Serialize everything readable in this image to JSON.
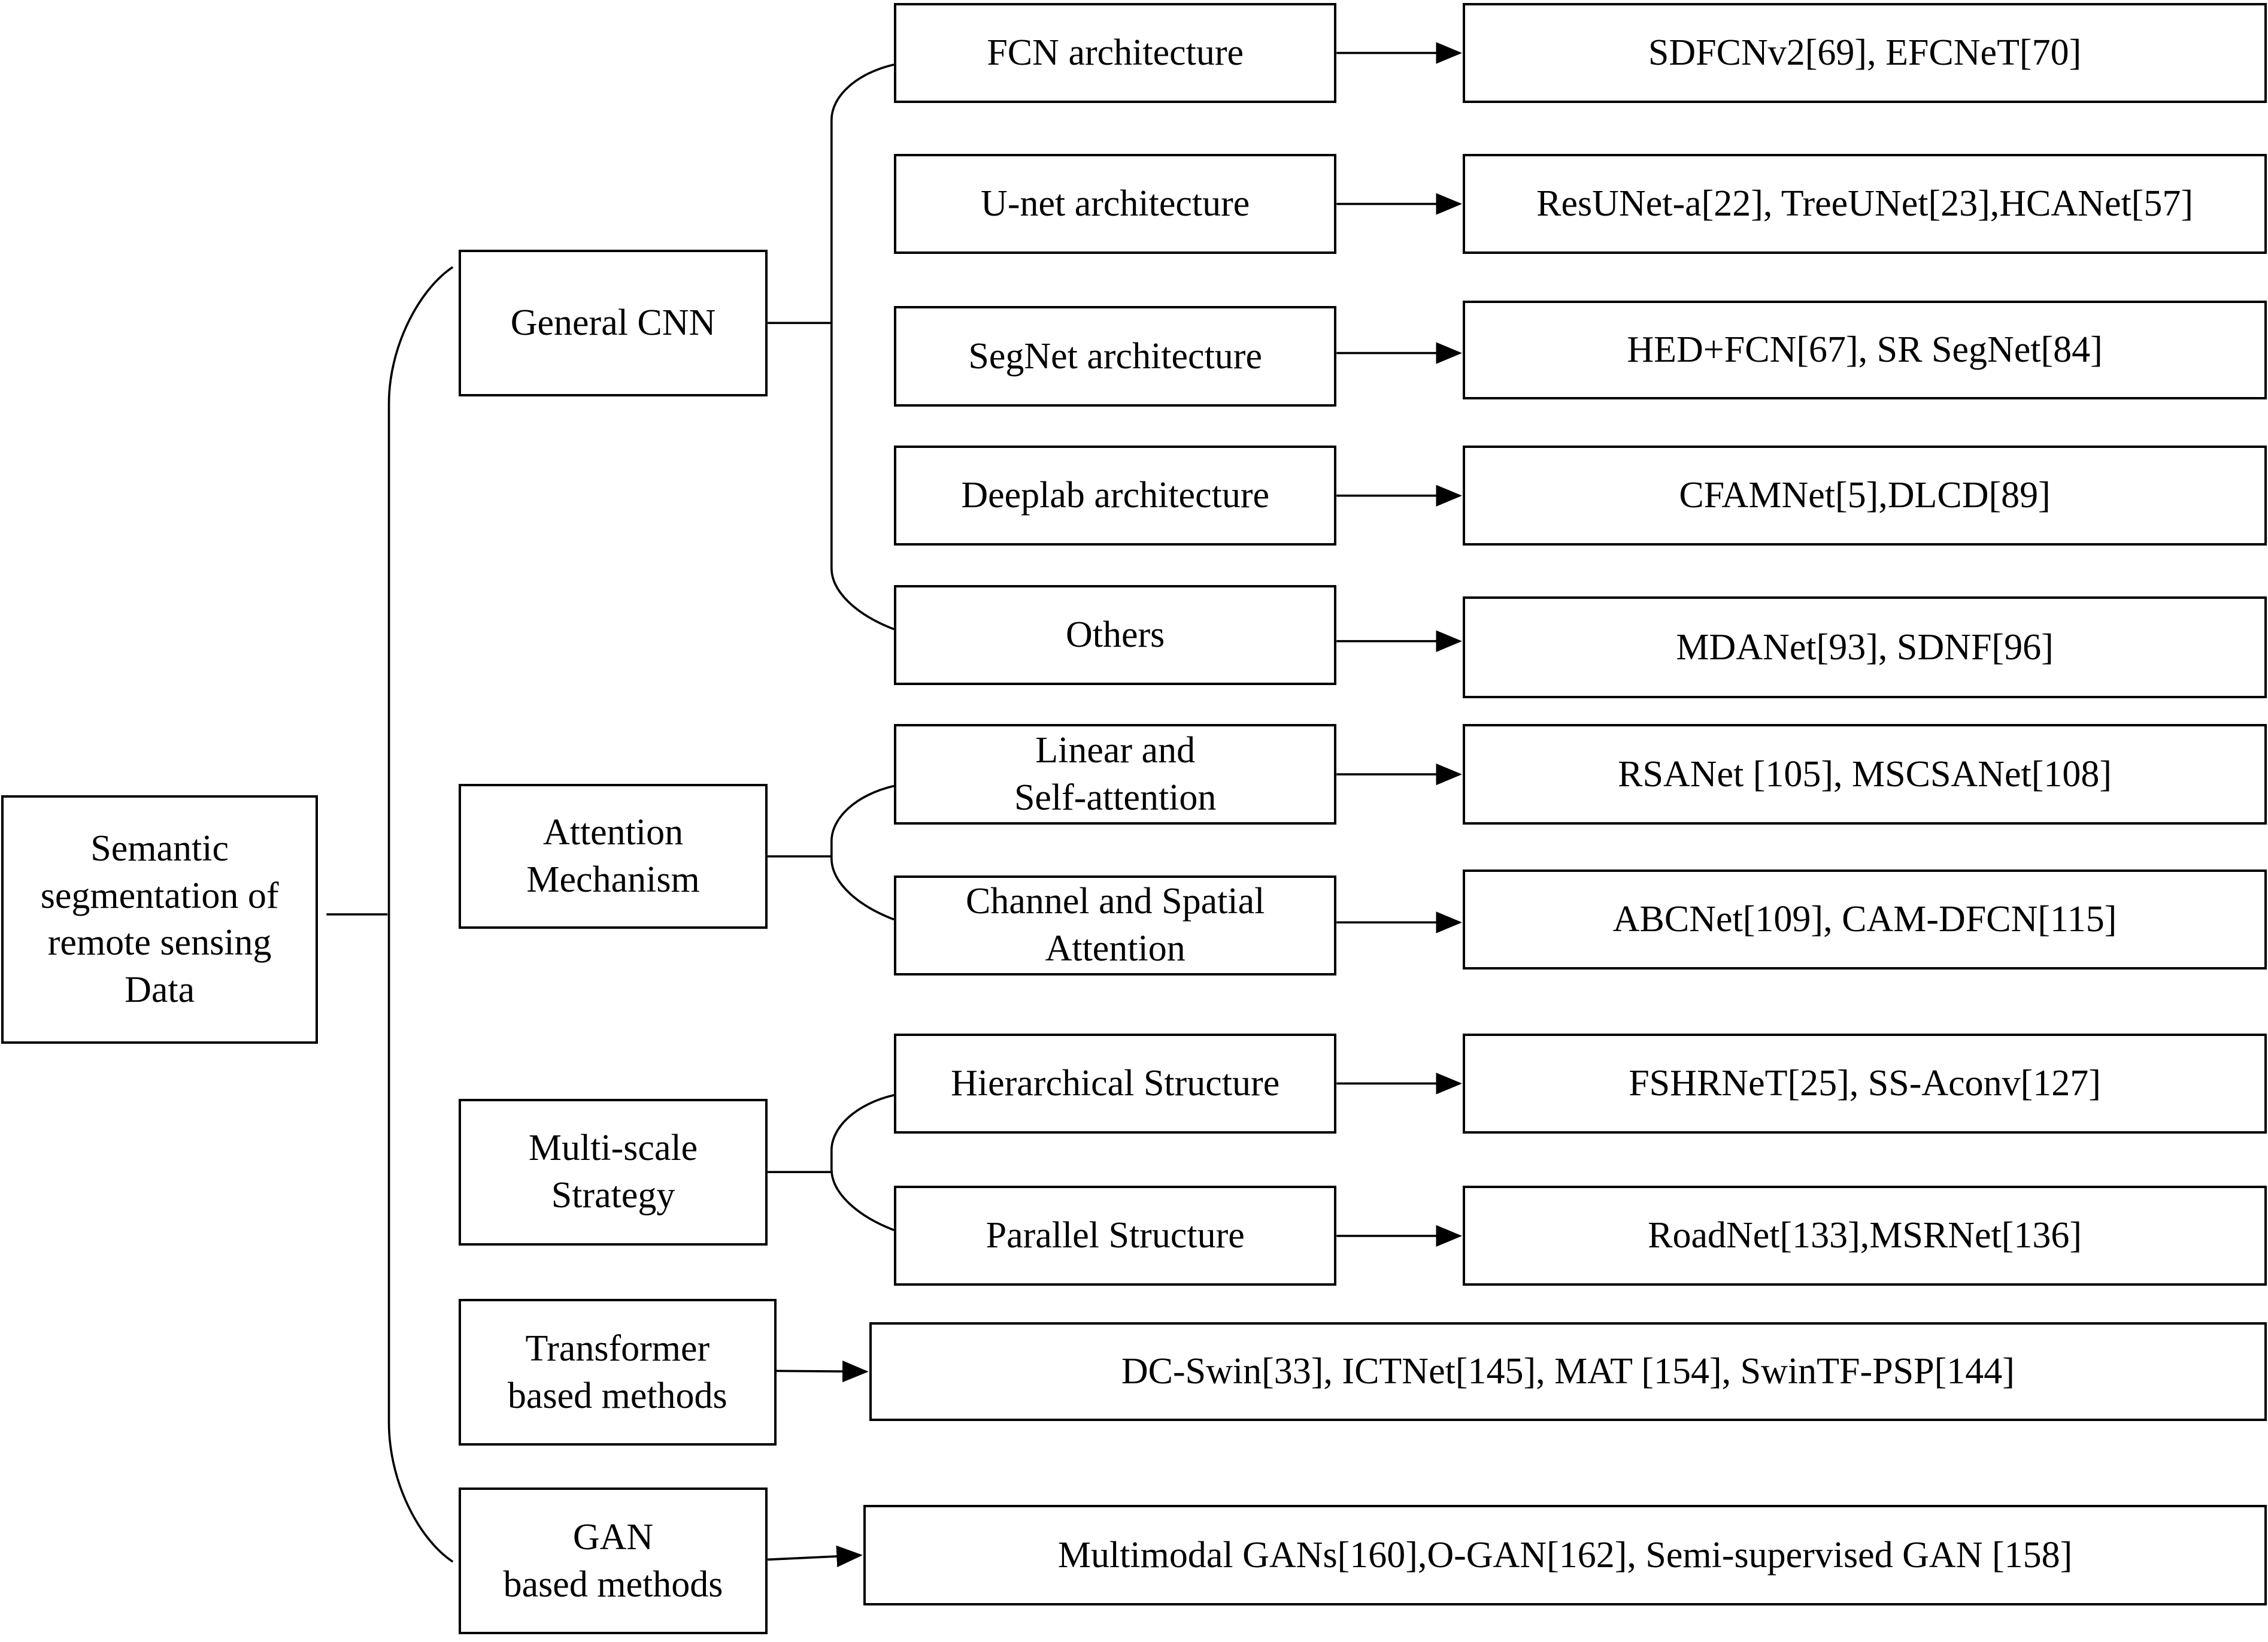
{
  "root": {
    "lines": [
      "Semantic",
      "segmentation of",
      "remote sensing",
      "Data"
    ]
  },
  "categories": [
    {
      "key": "general-cnn",
      "lines": [
        "General CNN"
      ],
      "subcategories": [
        {
          "key": "fcn",
          "lines": [
            "FCN architecture"
          ],
          "methods": "SDFCNv2[69], EFCNeT[70]"
        },
        {
          "key": "unet",
          "lines": [
            "U-net architecture"
          ],
          "methods": "ResUNet-a[22], TreeUNet[23],HCANet[57]"
        },
        {
          "key": "segnet",
          "lines": [
            "SegNet architecture"
          ],
          "methods": "HED+FCN[67],  SR SegNet[84]"
        },
        {
          "key": "deeplab",
          "lines": [
            "Deeplab architecture"
          ],
          "methods": "CFAMNet[5],DLCD[89]"
        },
        {
          "key": "others",
          "lines": [
            "Others"
          ],
          "methods": "MDANet[93], SDNF[96]"
        }
      ]
    },
    {
      "key": "attention",
      "lines": [
        "Attention",
        "Mechanism"
      ],
      "subcategories": [
        {
          "key": "linear-self",
          "lines": [
            "Linear and",
            "Self-attention"
          ],
          "methods": "RSANet [105], MSCSANet[108]"
        },
        {
          "key": "channel-spatial",
          "lines": [
            "Channel and Spatial",
            "Attention"
          ],
          "methods": "ABCNet[109], CAM-DFCN[115]"
        }
      ]
    },
    {
      "key": "multiscale",
      "lines": [
        "Multi-scale",
        "Strategy"
      ],
      "subcategories": [
        {
          "key": "hierarchical",
          "lines": [
            "Hierarchical Structure"
          ],
          "methods": "FSHRNeT[25], SS-Aconv[127]"
        },
        {
          "key": "parallel",
          "lines": [
            "Parallel Structure"
          ],
          "methods": "RoadNet[133],MSRNet[136]"
        }
      ]
    },
    {
      "key": "transformer",
      "lines": [
        "Transformer",
        "based methods"
      ],
      "methods": "DC-Swin[33], ICTNet[145], MAT [154], SwinTF-PSP[144]"
    },
    {
      "key": "gan",
      "lines": [
        "GAN",
        "based methods"
      ],
      "methods": "Multimodal GANs[160],O-GAN[162],  Semi-supervised GAN [158]"
    }
  ]
}
